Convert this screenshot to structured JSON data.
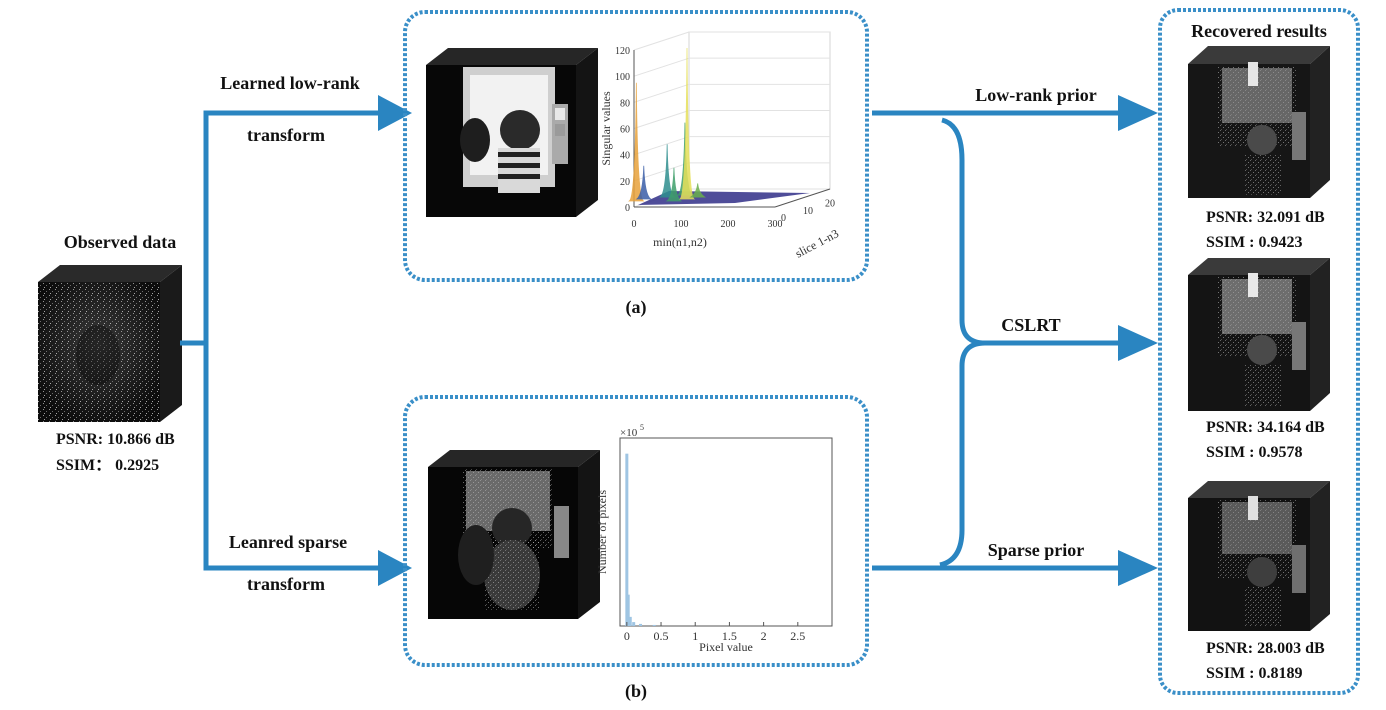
{
  "observed": {
    "title": "Observed data",
    "psnr": "PSNR: 10.866 dB",
    "ssim": "SSIM： 0.2925"
  },
  "branches": {
    "top_label_1": "Learned low-rank",
    "top_label_2": "transform",
    "bottom_label_1": "Leanred sparse",
    "bottom_label_2": "transform"
  },
  "panel_a": {
    "caption": "(a)",
    "chart_data": {
      "type": "area",
      "ylabel": "Singular values",
      "xlabel": "min(n1,n2)",
      "zlabel": "slice 1-n3",
      "x_ticks": [
        "0",
        "100",
        "200",
        "300"
      ],
      "y_ticks": [
        "0",
        "20",
        "40",
        "60",
        "80",
        "100",
        "120"
      ],
      "z_ticks": [
        "0",
        "10",
        "20"
      ],
      "ylim": [
        0,
        120
      ],
      "peaks": [
        {
          "x": 5,
          "value": 95,
          "color": "#e8a23a"
        },
        {
          "x": 8,
          "value": 30,
          "color": "#3a5ea8"
        },
        {
          "x": 45,
          "value": 45,
          "color": "#2f8f8f"
        },
        {
          "x": 70,
          "value": 60,
          "color": "#3f9f6a"
        },
        {
          "x": 85,
          "value": 30,
          "color": "#3f9f6a"
        },
        {
          "x": 100,
          "value": 120,
          "color": "#e6e05a"
        },
        {
          "x": 110,
          "value": 15,
          "color": "#6ab04c"
        }
      ]
    }
  },
  "panel_b": {
    "caption": "(b)",
    "chart_data": {
      "type": "bar",
      "ylabel": "Number of pixels",
      "xlabel": "Pixel value",
      "multiplier": "×10",
      "multiplier_exp": "5",
      "x_ticks": [
        "0",
        "0.5",
        "1",
        "1.5",
        "2",
        "2.5"
      ],
      "xlim": [
        -0.1,
        3.0
      ],
      "bins": [
        {
          "x": 0.0,
          "value": 6.6
        },
        {
          "x": 0.02,
          "value": 1.2
        },
        {
          "x": 0.05,
          "value": 0.35
        },
        {
          "x": 0.1,
          "value": 0.15
        },
        {
          "x": 0.2,
          "value": 0.08
        },
        {
          "x": 0.4,
          "value": 0.04
        }
      ],
      "ylim": [
        0,
        7.2
      ],
      "bar_color": "#9fc5e3"
    }
  },
  "priors": {
    "low_rank": "Low-rank prior",
    "cslrt": "CSLRT",
    "sparse": "Sparse prior"
  },
  "results": {
    "title": "Recovered results",
    "items": [
      {
        "psnr": "PSNR: 32.091 dB",
        "ssim": "SSIM : 0.9423"
      },
      {
        "psnr": "PSNR: 34.164 dB",
        "ssim": "SSIM : 0.9578"
      },
      {
        "psnr": "PSNR: 28.003 dB",
        "ssim": "SSIM : 0.8189"
      }
    ]
  },
  "colors": {
    "arrow": "#2a85c1",
    "dash_border": "#3a8fc8"
  }
}
